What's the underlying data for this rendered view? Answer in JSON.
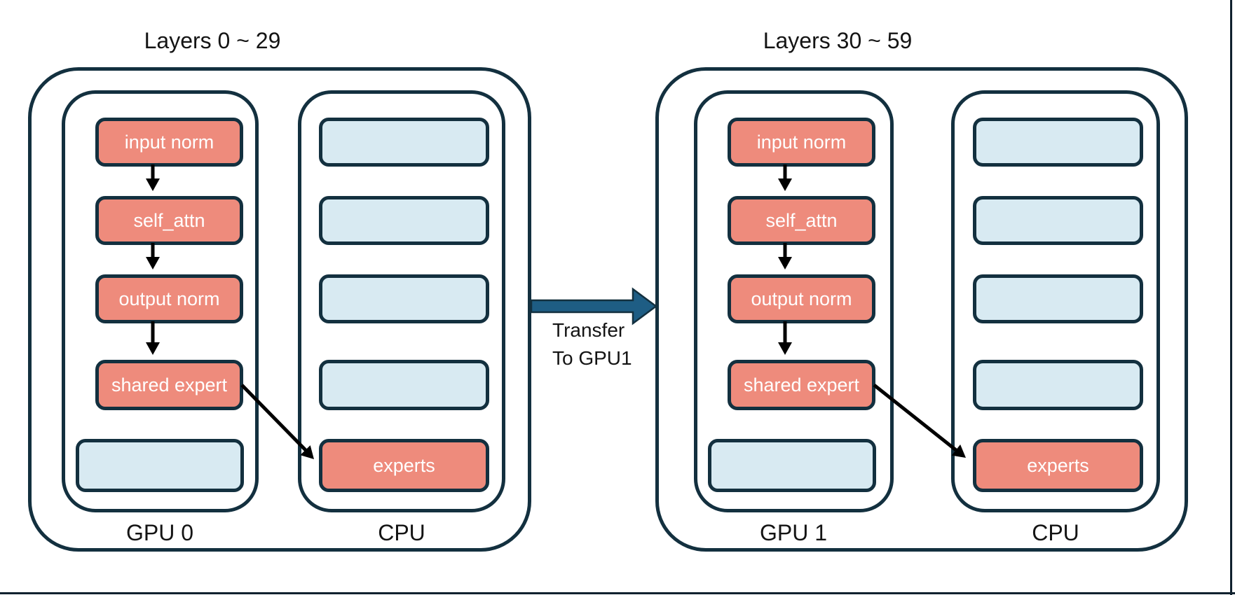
{
  "colors": {
    "background": "#ffffff",
    "border-navy": "#13303f",
    "box-salmon": "#ee8b7c",
    "box-blue": "#d8eaf2",
    "arrow-black": "#000000",
    "transfer-blue": "#1e5d84",
    "text-dark": "#141414",
    "text-white": "#ffffff",
    "slide-edge": "#10212e"
  },
  "groups": [
    {
      "title": "Layers 0 ~ 29",
      "gpu": {
        "label": "GPU 0",
        "boxes": [
          {
            "label": "input norm",
            "type": "module"
          },
          {
            "label": "self_attn",
            "type": "module"
          },
          {
            "label": "output norm",
            "type": "module"
          },
          {
            "label": "shared expert",
            "type": "module"
          },
          {
            "label": "",
            "type": "empty"
          }
        ]
      },
      "cpu": {
        "label": "CPU",
        "boxes": [
          {
            "label": "",
            "type": "empty"
          },
          {
            "label": "",
            "type": "empty"
          },
          {
            "label": "",
            "type": "empty"
          },
          {
            "label": "",
            "type": "empty"
          },
          {
            "label": "experts",
            "type": "module"
          }
        ]
      }
    },
    {
      "title": "Layers 30 ~ 59",
      "gpu": {
        "label": "GPU 1",
        "boxes": [
          {
            "label": "input norm",
            "type": "module"
          },
          {
            "label": "self_attn",
            "type": "module"
          },
          {
            "label": "output norm",
            "type": "module"
          },
          {
            "label": "shared expert",
            "type": "module"
          },
          {
            "label": "",
            "type": "empty"
          }
        ]
      },
      "cpu": {
        "label": "CPU",
        "boxes": [
          {
            "label": "",
            "type": "empty"
          },
          {
            "label": "",
            "type": "empty"
          },
          {
            "label": "",
            "type": "empty"
          },
          {
            "label": "",
            "type": "empty"
          },
          {
            "label": "experts",
            "type": "module"
          }
        ]
      }
    }
  ],
  "transfer": {
    "line1": "Transfer",
    "line2": "To GPU1"
  }
}
